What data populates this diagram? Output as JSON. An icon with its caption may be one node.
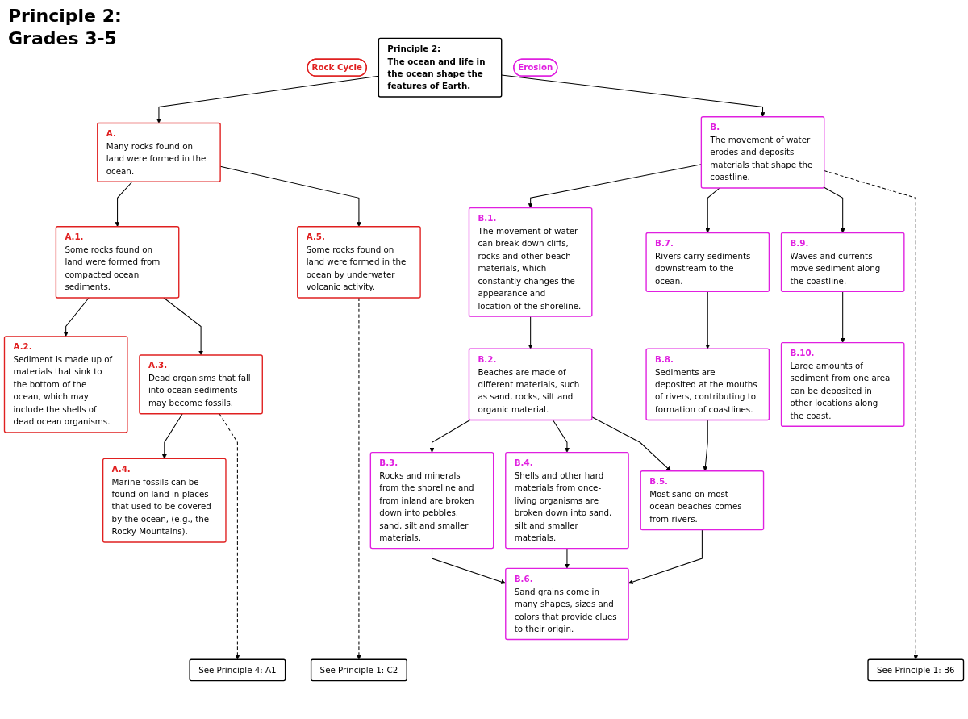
{
  "diagram": {
    "title": "Principle 2: Grades 3-5",
    "nodes": [
      {
        "text": [
          "Principle 2:",
          "The ocean and life in the ocean shape the features of Earth."
        ]
      },
      {
        "text": [
          "Rock Cycle"
        ]
      },
      {
        "text": [
          "Erosion"
        ]
      },
      {
        "text": [
          "A.",
          "Many rocks found on land were formed in the ocean."
        ]
      },
      {
        "text": [
          "B.",
          "The movement of water erodes and deposits materials that shape the coastline."
        ]
      },
      {
        "text": [
          "A.1.",
          "Some rocks found on land were formed from compacted ocean sediments."
        ]
      },
      {
        "text": [
          "A.5.",
          "Some rocks found on land were formed in the ocean by underwater volcanic activity."
        ]
      },
      {
        "text": [
          "B.1.",
          "The movement of water can break down cliffs, rocks and other beach materials, which constantly changes the appearance and location of the shoreline."
        ]
      },
      {
        "text": [
          "B.7.",
          "Rivers carry sediments downstream to the ocean."
        ]
      },
      {
        "text": [
          "B.9.",
          "Waves and currents move sediment along the coastline."
        ]
      },
      {
        "text": [
          "A.2.",
          "Sediment is made up of materials that sink to the bottom of the ocean, which may include the shells of dead ocean organisms."
        ]
      },
      {
        "text": [
          "A.3.",
          "Dead organisms that fall into ocean sediments may become fossils."
        ]
      },
      {
        "text": [
          "B.2.",
          "Beaches are made of different materials, such as sand, rocks, silt and organic material."
        ]
      },
      {
        "text": [
          "B.8.",
          "Sediments are deposited at the mouths of rivers, contributing to formation of coastlines."
        ]
      },
      {
        "text": [
          "B.10.",
          "Large amounts of sediment from one area can be deposited in other locations along the coast."
        ]
      },
      {
        "text": [
          "A.4.",
          "Marine fossils can be found on land in places that used to be covered by the ocean, (e.g., the Rocky Mountains)."
        ]
      },
      {
        "text": [
          "B.3.",
          "Rocks and minerals from the shoreline and from inland are broken down into pebbles, sand, silt and smaller materials."
        ]
      },
      {
        "text": [
          "B.4.",
          "Shells and other hard materials from once-living organisms are broken down into sand, silt and smaller materials."
        ]
      },
      {
        "text": [
          "B.5.",
          "Most sand on most ocean beaches comes from rivers."
        ]
      },
      {
        "text": [
          "B.6.",
          "Sand grains come in many shapes, sizes and colors that provide clues to their origin."
        ]
      },
      {
        "text": [
          "See Principle 4: A1"
        ]
      },
      {
        "text": [
          "See Principle 1: C2"
        ]
      },
      {
        "text": [
          "See Principle 1: B6"
        ]
      }
    ],
    "edges": [
      {
        "from": 0,
        "to": 3,
        "arrow": "to"
      },
      {
        "from": 0,
        "to": 4,
        "arrow": "to"
      },
      {
        "from": 3,
        "to": 5,
        "arrow": "to"
      },
      {
        "from": 3,
        "to": 6,
        "arrow": "to"
      },
      {
        "from": 5,
        "to": 10,
        "arrow": "to"
      },
      {
        "from": 5,
        "to": 11,
        "arrow": "to"
      },
      {
        "from": 11,
        "to": 15,
        "arrow": "to"
      },
      {
        "from": 11,
        "to": 20,
        "arrow": "to",
        "style": "dashed"
      },
      {
        "from": 6,
        "to": 21,
        "arrow": "to",
        "style": "dashed"
      },
      {
        "from": 4,
        "to": 7,
        "arrow": "to"
      },
      {
        "from": 4,
        "to": 8,
        "arrow": "to"
      },
      {
        "from": 4,
        "to": 9,
        "arrow": "to"
      },
      {
        "from": 4,
        "to": 22,
        "arrow": "to",
        "style": "dashed"
      },
      {
        "from": 7,
        "to": 12,
        "arrow": "to"
      },
      {
        "from": 8,
        "to": 13,
        "arrow": "to"
      },
      {
        "from": 9,
        "to": 14,
        "arrow": "to"
      },
      {
        "from": 12,
        "to": 16,
        "arrow": "to"
      },
      {
        "from": 12,
        "to": 17,
        "arrow": "to"
      },
      {
        "from": 12,
        "to": 18,
        "arrow": "to"
      },
      {
        "from": 13,
        "to": 18,
        "arrow": "to"
      },
      {
        "from": 16,
        "to": 19,
        "arrow": "to"
      },
      {
        "from": 17,
        "to": 19,
        "arrow": "to"
      },
      {
        "from": 18,
        "to": 19,
        "arrow": "to"
      }
    ]
  }
}
